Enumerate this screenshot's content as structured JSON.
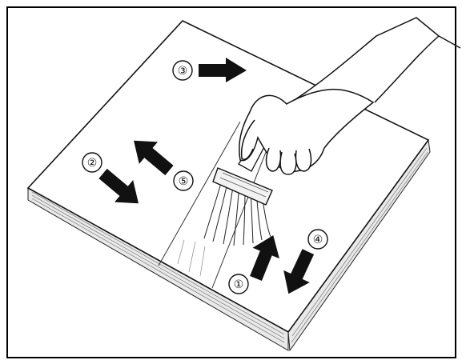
{
  "diagram": {
    "steps": [
      {
        "id": "1",
        "label": "①"
      },
      {
        "id": "2",
        "label": "②"
      },
      {
        "id": "3",
        "label": "③"
      },
      {
        "id": "4",
        "label": "④"
      },
      {
        "id": "5",
        "label": "⑤"
      }
    ]
  }
}
